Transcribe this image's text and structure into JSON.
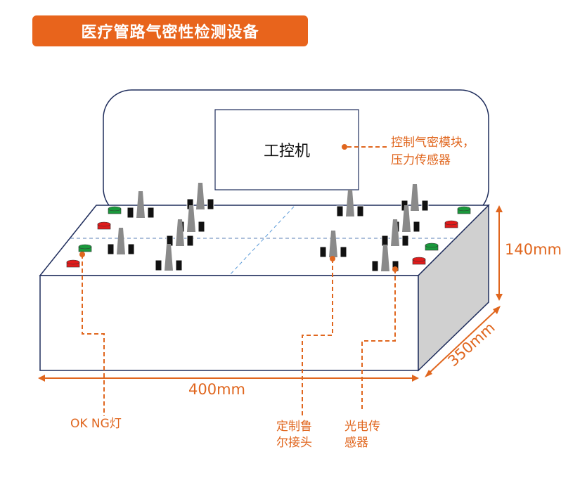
{
  "title": "医疗管路气密性检测设备",
  "ipc_label": "工控机",
  "control_note": [
    "控制气密模块，",
    "压力传感器"
  ],
  "dimensions": {
    "height": "140mm",
    "depth": "350mm",
    "width": "400mm"
  },
  "callouts": {
    "lights": "OK NG灯",
    "connector": [
      "定制鲁",
      "尔接头"
    ],
    "sensor": [
      "光电传",
      "感器"
    ]
  },
  "colors": {
    "accent": "#e8641c",
    "outline": "#1f2d5c",
    "green": "#1a9a3c",
    "red": "#e01b1b",
    "side": "#d0d0d0"
  }
}
